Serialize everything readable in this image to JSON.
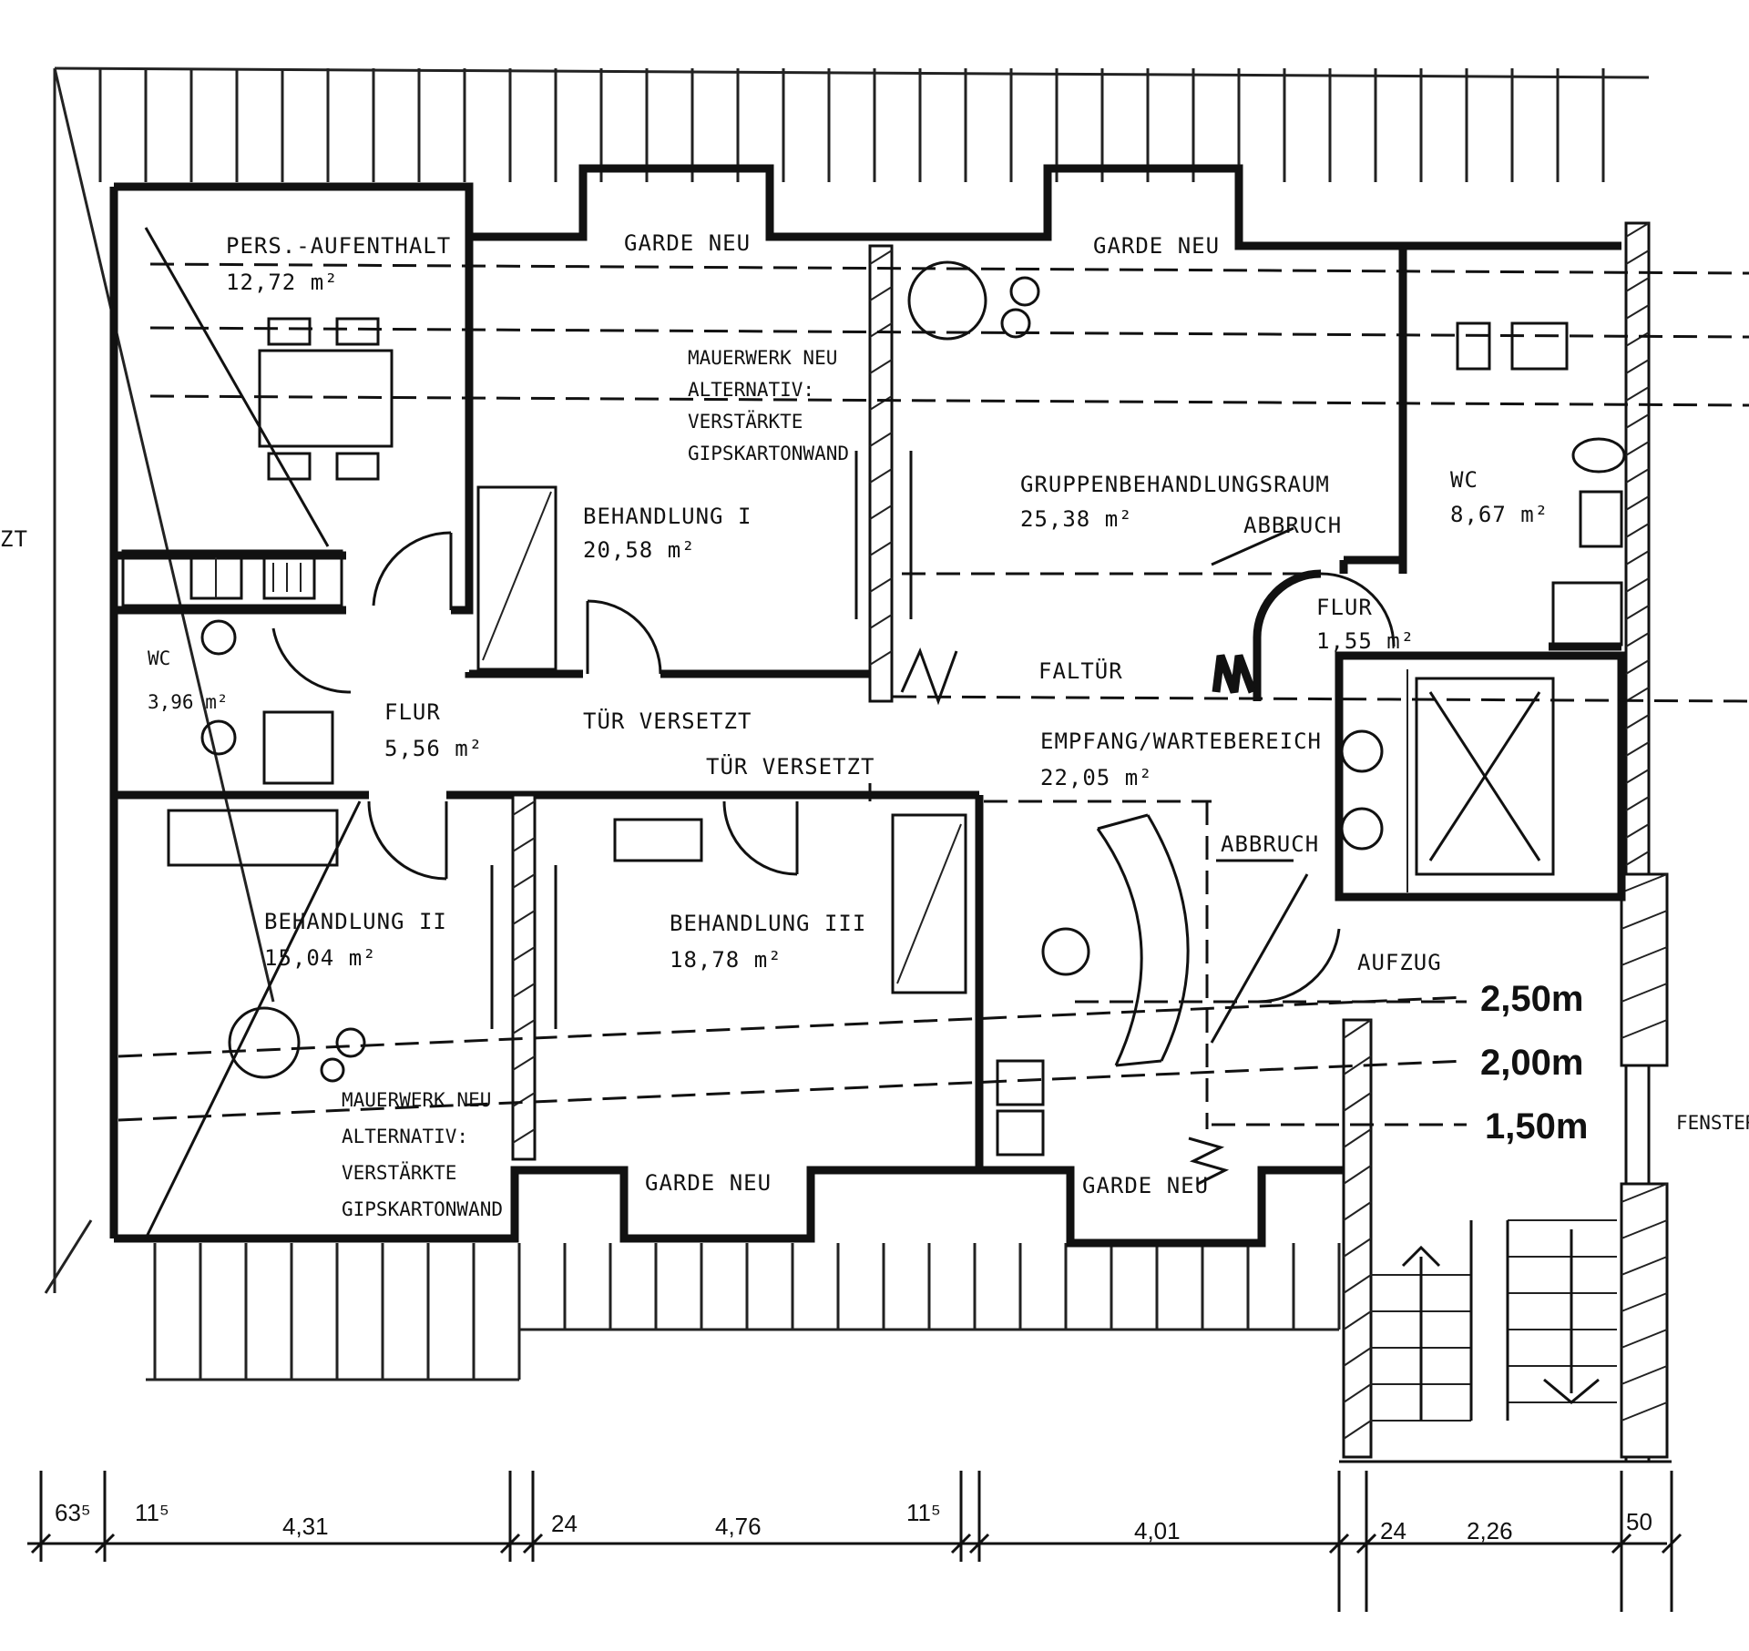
{
  "rooms": {
    "aufenthalt": {
      "name": "PERS.-AUFENTHALT",
      "area": "12,72 m²"
    },
    "garde_top_left": "GARDE NEU",
    "garde_top_right": "GARDE NEU",
    "mauerwerk_top": [
      "MAUERWERK NEU",
      "ALTERNATIV:",
      "VERSTÄRKTE",
      "GIPSKARTONWAND"
    ],
    "behandlung1": {
      "name": "BEHANDLUNG I",
      "area": "20,58 m²"
    },
    "gruppe": {
      "name": "GRUPPENBEHANDLUNGSRAUM",
      "area": "25,38 m²"
    },
    "abbruch_top": "ABBRUCH",
    "wc": {
      "name": "WC",
      "area": "8,67 m²"
    },
    "wc2": {
      "name": "WC",
      "area": "3,96 m²"
    },
    "flur_small": {
      "name": "FLUR",
      "area": "1,55 m²"
    },
    "flur_main": {
      "name": "FLUR",
      "area": "5,56 m²"
    },
    "faltur": "FALTÜR",
    "tuer1": "TÜR VERSETZT",
    "tuer2": "TÜR VERSETZT",
    "empfang": {
      "name": "EMPFANG/WARTEBEREICH",
      "area": "22,05 m²"
    },
    "abbruch_bottom": "ABBRUCH",
    "behandlung2": {
      "name": "BEHANDLUNG II",
      "area": "15,04 m²"
    },
    "behandlung3": {
      "name": "BEHANDLUNG III",
      "area": "18,78 m²"
    },
    "aufzug": "AUFZUG",
    "mauerwerk_bottom": [
      "MAUERWERK NEU",
      "ALTERNATIV:",
      "VERSTÄRKTE",
      "GIPSKARTONWAND"
    ],
    "garde_bottom_left": "GARDE NEU",
    "garde_bottom_right": "GARDE NEU",
    "fenster": "FENSTER",
    "zt": "ZT"
  },
  "heights": [
    "2,50m",
    "2,00m",
    "1,50m"
  ],
  "dimensions": [
    "63⁵",
    "11⁵",
    "4,31",
    "24",
    "4,76",
    "11⁵",
    "4,01",
    "24",
    "2,26",
    "50"
  ]
}
